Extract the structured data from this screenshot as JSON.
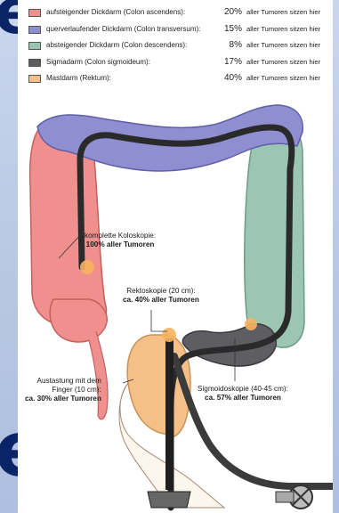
{
  "legend": [
    {
      "label": "aufsteigender Dickdarm (Colon ascendens):",
      "pct": "20%",
      "note": "aller Tumoren sitzen hier",
      "color": "#f0908e"
    },
    {
      "label": "querverlaufender Dickdarm (Colon transversum):",
      "pct": "15%",
      "note": "aller Tumoren sitzen hier",
      "color": "#8f8ed0"
    },
    {
      "label": "absteigender Dickdarm (Colon descendens):",
      "pct": "8%",
      "note": "aller Tumoren sitzen hier",
      "color": "#9cc6b4"
    },
    {
      "label": "Sigmadarm (Colon sigmoideum):",
      "pct": "17%",
      "note": "aller Tumoren sitzen hier",
      "color": "#5d5d62"
    },
    {
      "label": "Mastdarm (Rektum):",
      "pct": "40%",
      "note": "aller Tumoren sitzen hier",
      "color": "#f5c088"
    }
  ],
  "annotations": {
    "coloscopy": {
      "line1": "komplette Koloskopie:",
      "line2": "100% aller Tumoren"
    },
    "rectoscopy": {
      "line1": "Rektoskopie (20 cm):",
      "line2": "ca. 40% aller Tumoren"
    },
    "finger": {
      "line1": "Austastung mit dem",
      "line2": "Finger (10 cm):",
      "line3": "ca. 30% aller Tumoren"
    },
    "sigmoidoscopy": {
      "line1": "Sigmoidoskopie (40-45 cm):",
      "line2": "ca. 57% aller Tumoren"
    }
  },
  "slide_fragment": {
    "top": "e",
    "bottom": "e"
  }
}
